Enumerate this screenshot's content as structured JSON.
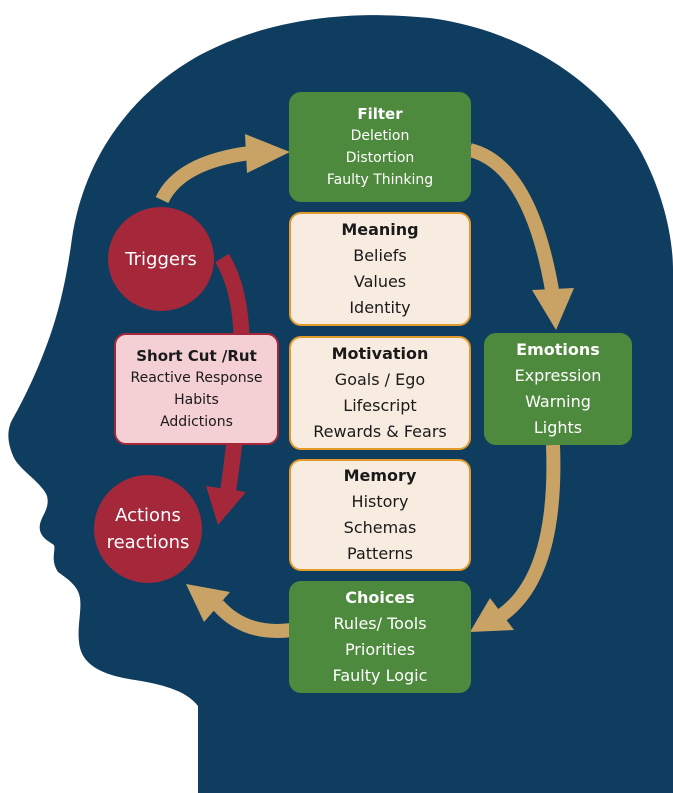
{
  "colors": {
    "head": "#0f3d5f",
    "green_box": "#4e8a3e",
    "cream_box": "#f8ece0",
    "cream_border": "#e39a2c",
    "pink_box": "#f4cfd4",
    "red": "#a4273a",
    "tan_arrow": "#c9a265"
  },
  "nodes": {
    "filter": {
      "title": "Filter",
      "lines": [
        "Deletion",
        "Distortion",
        "Faulty Thinking"
      ]
    },
    "meaning": {
      "title": "Meaning",
      "lines": [
        "Beliefs",
        "Values",
        "Identity"
      ]
    },
    "motivation": {
      "title": "Motivation",
      "lines": [
        "Goals / Ego",
        "Lifescript",
        "Rewards & Fears"
      ]
    },
    "memory": {
      "title": "Memory",
      "lines": [
        "History",
        "Schemas",
        "Patterns"
      ]
    },
    "emotions": {
      "title": "Emotions",
      "lines": [
        "Expression",
        "Warning",
        "Lights"
      ]
    },
    "choices": {
      "title": "Choices",
      "lines": [
        "Rules/ Tools",
        "Priorities",
        "Faulty Logic"
      ]
    },
    "shortcut": {
      "title": "Short Cut /Rut",
      "lines": [
        "Reactive Response",
        "Habits",
        "Addictions"
      ]
    },
    "triggers": {
      "lines": [
        "Triggers"
      ]
    },
    "actions": {
      "lines": [
        "Actions",
        "reactions"
      ]
    }
  }
}
